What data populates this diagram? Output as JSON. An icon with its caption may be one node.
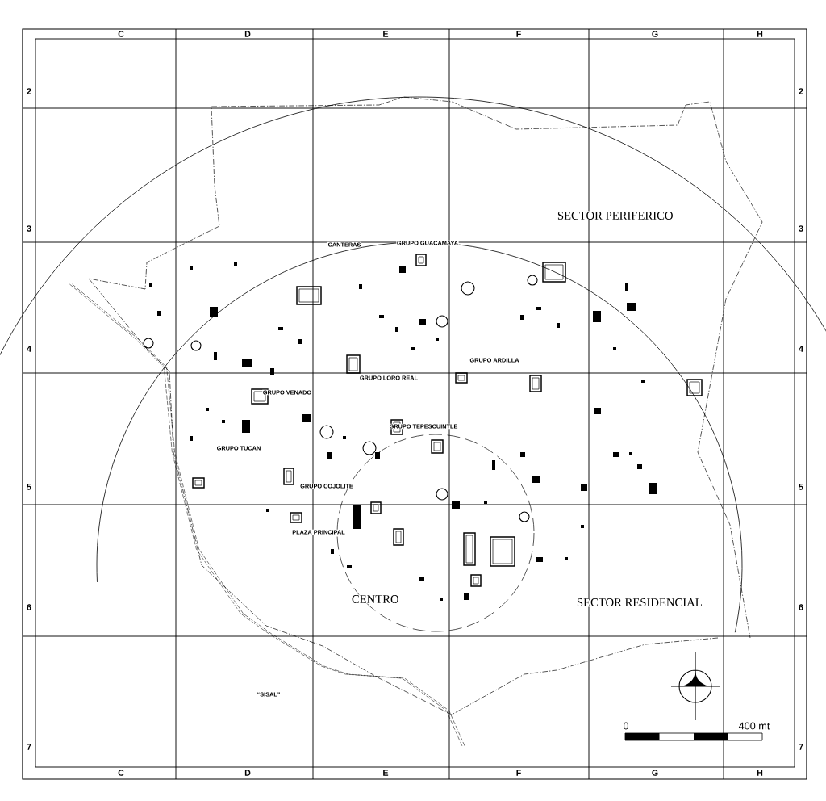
{
  "diagram": {
    "labels": [
      "C",
      "D",
      "E",
      "F",
      "G",
      "H",
      "2",
      "2",
      "SECTOR PERIFERICO",
      "3",
      "3",
      "CANTERAS",
      "GRUPO GUACAMAYA",
      "4",
      "4",
      "GRUPO ARDILLA",
      "GRUPO LORO REAL",
      "GRUPO VENADO",
      "GRUPO TEPESCUINTLE",
      "GRUPO TUCAN",
      "GRUPO COJOLITE",
      "5",
      "5",
      "PLAZA PRINCIPAL",
      "CENTRO",
      "SECTOR RESIDENCIAL",
      "6",
      "6",
      "“SISAL”",
      "0",
      "400 mt",
      "7",
      "7",
      "C",
      "D",
      "E",
      "F",
      "G",
      "H"
    ]
  }
}
